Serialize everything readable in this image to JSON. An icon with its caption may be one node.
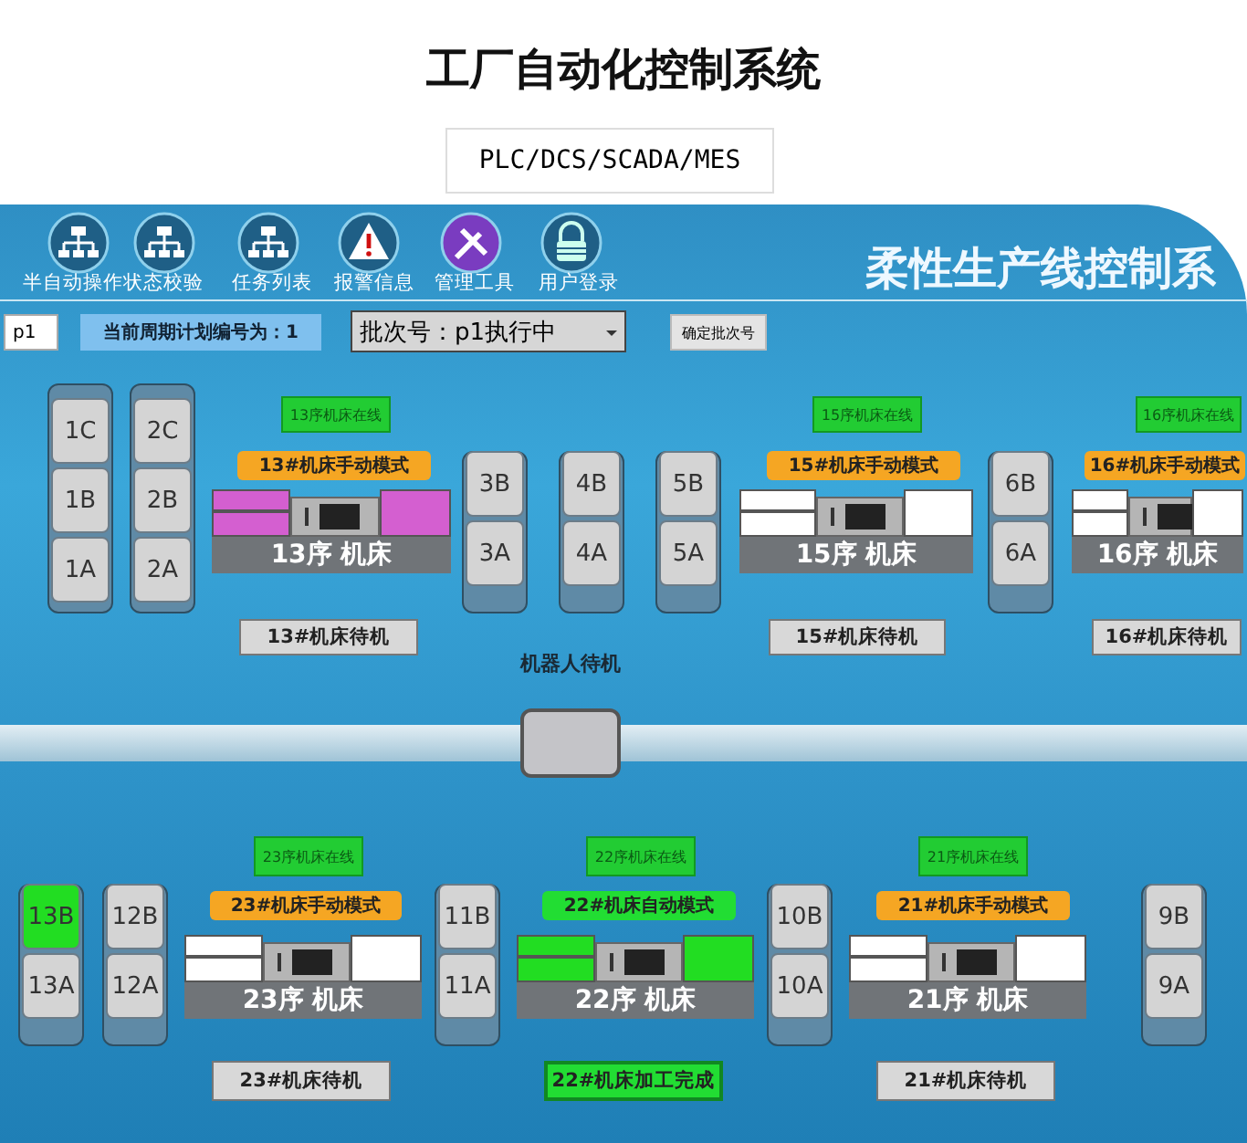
{
  "diagram": {
    "title": "工厂自动化控制系统",
    "nodes": [
      {
        "text": [
          "1C"
        ]
      },
      {
        "text": [
          "1B"
        ]
      },
      {
        "text": [
          "1A"
        ]
      },
      {
        "text": [
          "2C"
        ]
      },
      {
        "text": [
          "2B"
        ]
      },
      {
        "text": [
          "2A"
        ]
      },
      {
        "text": [
          "13序机床在线"
        ]
      },
      {
        "text": [
          "13#机床手动模式"
        ]
      },
      {
        "text": [
          "13序 机床"
        ]
      },
      {
        "text": [
          "13#机床待机"
        ]
      },
      {
        "text": [
          "3B"
        ]
      },
      {
        "text": [
          "3A"
        ]
      },
      {
        "text": [
          "4B"
        ]
      },
      {
        "text": [
          "4A"
        ]
      },
      {
        "text": [
          "5B"
        ]
      },
      {
        "text": [
          "5A"
        ]
      },
      {
        "text": [
          "15序机床在线"
        ]
      },
      {
        "text": [
          "15#机床手动模式"
        ]
      },
      {
        "text": [
          "15序 机床"
        ]
      },
      {
        "text": [
          "15#机床待机"
        ]
      },
      {
        "text": [
          "6B"
        ]
      },
      {
        "text": [
          "6A"
        ]
      },
      {
        "text": [
          "16序机床在线"
        ]
      },
      {
        "text": [
          "16#机床手动模式"
        ]
      },
      {
        "text": [
          "16序 机床"
        ]
      },
      {
        "text": [
          "16#机床待机"
        ]
      },
      {
        "text": [],
        "shape": "box",
        "beside": [
          "机器人待机"
        ]
      },
      {
        "text": [
          "13B"
        ]
      },
      {
        "text": [
          "13A"
        ]
      },
      {
        "text": [
          "12B"
        ]
      },
      {
        "text": [
          "12A"
        ]
      },
      {
        "text": [
          "23序机床在线"
        ]
      },
      {
        "text": [
          "23#机床手动模式"
        ]
      },
      {
        "text": [
          "23序 机床"
        ]
      },
      {
        "text": [
          "23#机床待机"
        ]
      },
      {
        "text": [
          "11B"
        ]
      },
      {
        "text": [
          "11A"
        ]
      },
      {
        "text": [
          "22序机床在线"
        ]
      },
      {
        "text": [
          "22#机床自动模式"
        ]
      },
      {
        "text": [
          "22序 机床"
        ]
      },
      {
        "text": [
          "22#机床加工完成"
        ]
      },
      {
        "text": [
          "10B"
        ]
      },
      {
        "text": [
          "10A"
        ]
      },
      {
        "text": [
          "21序机床在线"
        ]
      },
      {
        "text": [
          "21#机床手动模式"
        ]
      },
      {
        "text": [
          "21序 机床"
        ]
      },
      {
        "text": [
          "21#机床待机"
        ]
      },
      {
        "text": [
          "9B"
        ]
      },
      {
        "text": [
          "9A"
        ]
      }
    ],
    "labels": [
      "PLC/DCS/SCADA/MES",
      "半自动操作状态校验",
      "任务列表",
      "报警信息",
      "管理工具",
      "用户登录",
      "柔性生产线控制系",
      "p1",
      "当前周期计划编号为：1",
      "批次号：p1执行中",
      "确定批次号"
    ]
  }
}
